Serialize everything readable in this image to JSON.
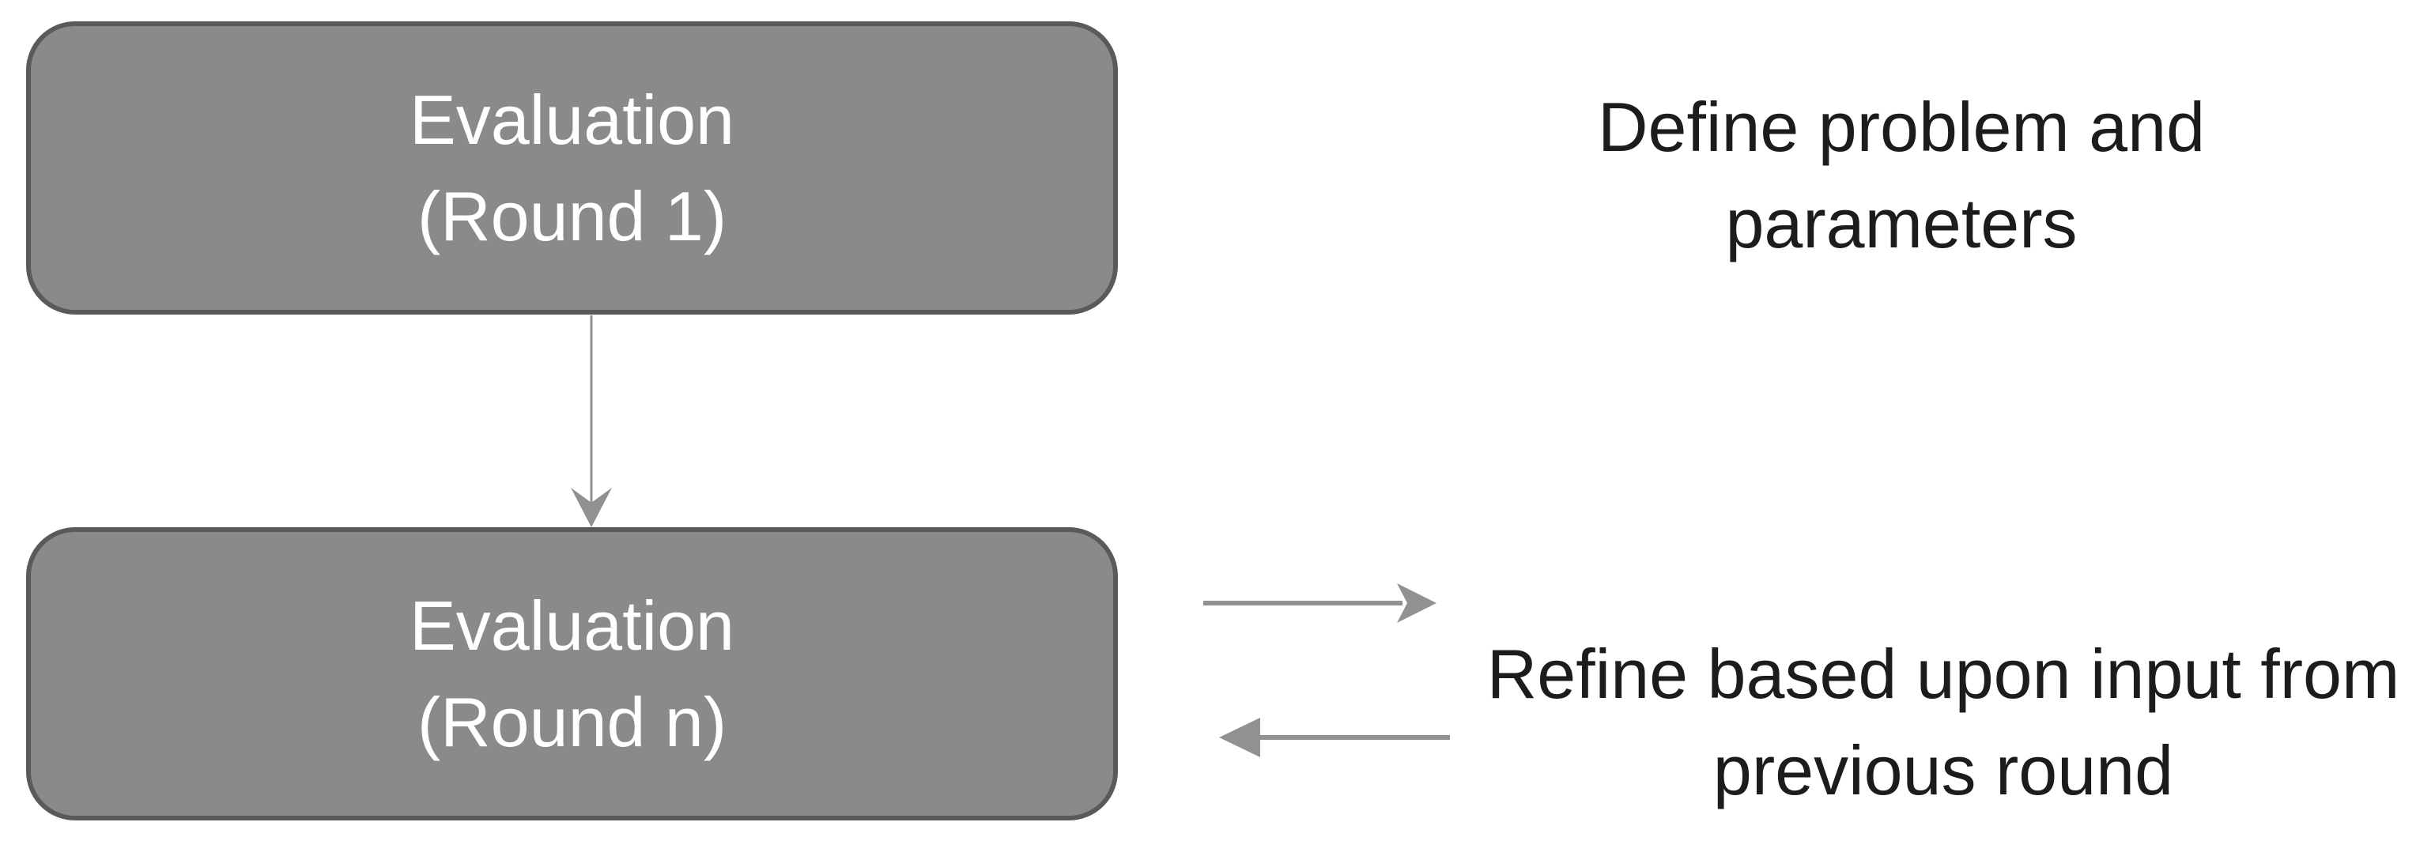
{
  "colors": {
    "background": "#ffffff",
    "box_fill": "#8a8a8a",
    "box_border": "#5a5a5a",
    "box_text": "#ffffff",
    "arrow": "#919191",
    "annotation_text": "#1c1c1c"
  },
  "boxes": [
    {
      "name": "evaluation-round-1",
      "lines": [
        "Evaluation",
        "(Round 1)"
      ]
    },
    {
      "name": "evaluation-round-n",
      "lines": [
        "Evaluation",
        "(Round n)"
      ]
    }
  ],
  "annotations": [
    {
      "name": "define-problem",
      "lines": [
        "Define problem and",
        "parameters"
      ]
    },
    {
      "name": "refine-previous-round",
      "lines": [
        "Refine based upon input from",
        "previous round"
      ]
    }
  ],
  "icons": [
    {
      "name": "down-arrow-icon"
    },
    {
      "name": "right-arrow-icon"
    },
    {
      "name": "left-arrow-icon"
    }
  ]
}
